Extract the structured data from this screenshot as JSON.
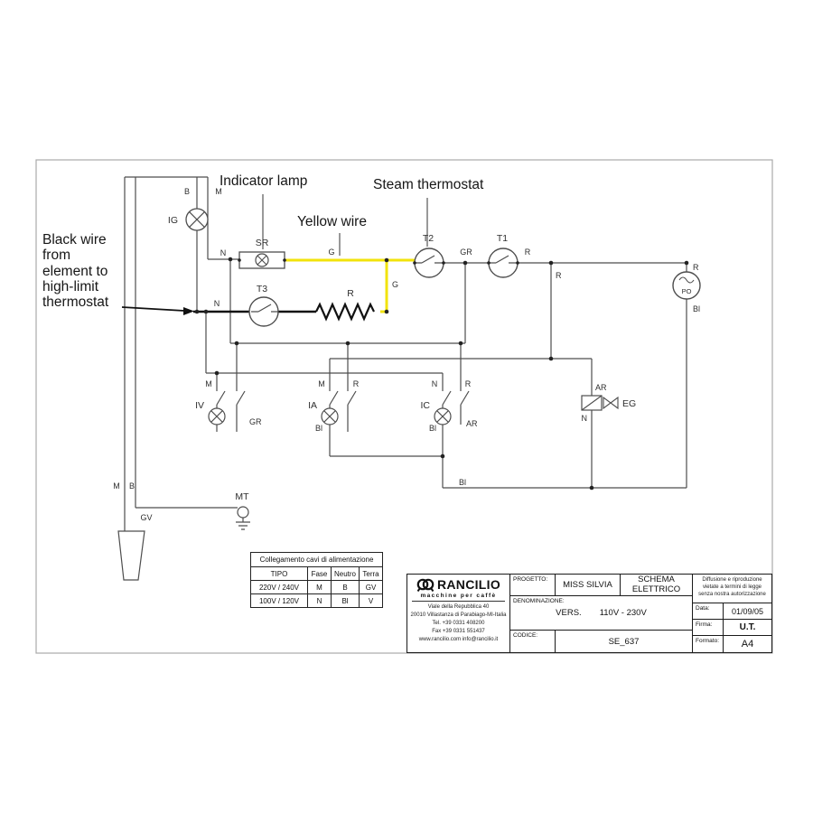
{
  "annotations": {
    "indicator_lamp": "Indicator lamp",
    "steam_thermostat": "Steam thermostat",
    "yellow_wire": "Yellow wire",
    "black_wire": "Black wire\nfrom\nelement to\nhigh-limit\nthermostat"
  },
  "labels": {
    "ig": "IG",
    "b_top": "B",
    "m_top": "M",
    "n_bus": "N",
    "sr": "SR",
    "g_wire_h": "G",
    "g_wire_v": "G",
    "t2": "T2",
    "t1": "T1",
    "gr_mid": "GR",
    "r_mid": "R",
    "r_down": "R",
    "po": "PO",
    "po_r": "R",
    "po_bl": "Bl",
    "t3": "T3",
    "n_t3": "N",
    "r_resistor": "R",
    "iv": "IV",
    "iv_m": "M",
    "iv_gr": "GR",
    "ia": "IA",
    "ia_m": "M",
    "ia_r": "R",
    "ia_bl": "Bl",
    "ic": "IC",
    "ic_n": "N",
    "ic_r": "R",
    "ic_bl": "Bl",
    "ic_ar": "AR",
    "eg": "EG",
    "eg_ar": "AR",
    "eg_n": "N",
    "mt": "MT",
    "gv": "GV",
    "m_cable": "M",
    "b_cable": "B",
    "bl_return": "Bl"
  },
  "cable_table": {
    "title": "Collegamento cavi di alimentazione",
    "headers": [
      "TIPO",
      "Fase",
      "Neutro",
      "Terra"
    ],
    "rows": [
      [
        "220V / 240V",
        "M",
        "B",
        "GV"
      ],
      [
        "100V / 120V",
        "N",
        "Bl",
        "V"
      ]
    ]
  },
  "brand": {
    "name": "RANCILIO",
    "tagline": "macchine per caffè",
    "address": [
      "Viale della Repubblica 40",
      "20010 Villastanza di Parabiago-MI-Italia",
      "Tel. +39 0331 408200",
      "Fax +39 0331 551437",
      "www.rancilio.com    info@rancilio.it"
    ]
  },
  "title_block": {
    "progetto_label": "PROGETTO:",
    "progetto_value": "MISS SILVIA",
    "schema": "SCHEMA ELETTRICO",
    "denominazione_label": "DENOMINAZIONE:",
    "vers_label": "VERS.",
    "denominazione_value": "110V - 230V",
    "codice_label": "CODICE:",
    "codice_value": "SE_637",
    "notice": "Diffusione e riproduzione vietate a termini di legge senza nostra autorizzazione",
    "data_label": "Data:",
    "data_value": "01/09/05",
    "firma_label": "Firma:",
    "firma_value": "U.T.",
    "formato_label": "Formato:",
    "formato_value": "A4"
  },
  "colors": {
    "yellow_wire": "#F2E30B",
    "wire_gray": "#4D4D4D",
    "black_wire": "#111111"
  }
}
